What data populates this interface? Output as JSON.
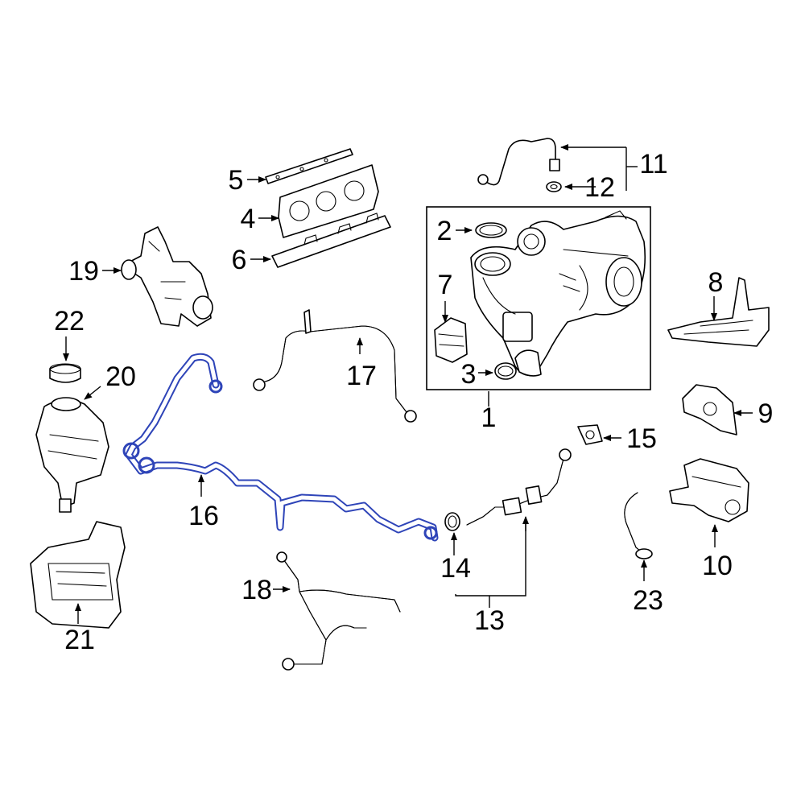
{
  "highlight_color": "#2e44b8",
  "callouts": {
    "n1": "1",
    "n2": "2",
    "n3": "3",
    "n4": "4",
    "n5": "5",
    "n6": "6",
    "n7": "7",
    "n8": "8",
    "n9": "9",
    "n10": "10",
    "n11": "11",
    "n12": "12",
    "n13": "13",
    "n14": "14",
    "n15": "15",
    "n16": "16",
    "n17": "17",
    "n18": "18",
    "n19": "19",
    "n20": "20",
    "n21": "21",
    "n22": "22",
    "n23": "23"
  }
}
